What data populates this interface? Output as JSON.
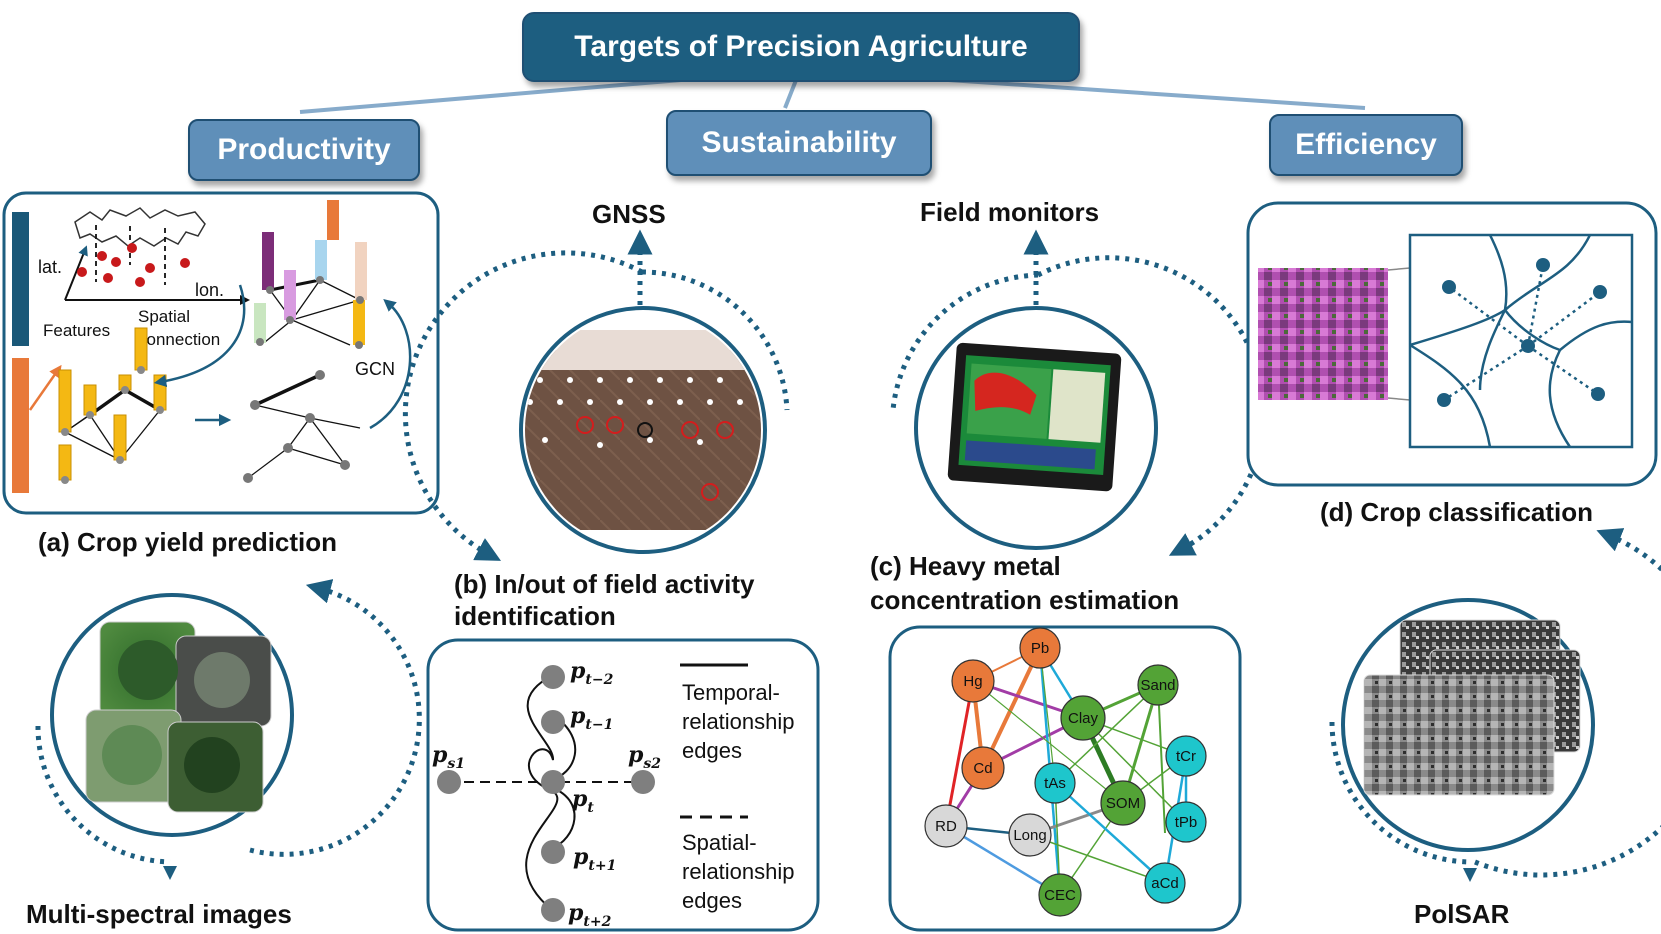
{
  "title": "Targets of Precision Agriculture",
  "categories": [
    "Productivity",
    "Sustainability",
    "Efficiency"
  ],
  "panels": {
    "a": {
      "caption": "(a) Crop yield prediction",
      "labels": {
        "lat": "lat.",
        "lon": "lon.",
        "features": "Features",
        "spatial": "Spatial",
        "connection": "connection",
        "gcn": "GCN"
      },
      "source": "Multi-spectral images"
    },
    "b": {
      "caption_line1": "(b) In/out of field activity",
      "caption_line2": "identification",
      "source": "GNSS",
      "nodes": {
        "pt2m": "p",
        "pt2m_sub": "t−2",
        "pt1m": "p",
        "pt1m_sub": "t−1",
        "pt": "p",
        "pt_sub": "t",
        "pt1p": "p",
        "pt1p_sub": "t+1",
        "pt2p": "p",
        "pt2p_sub": "t+2",
        "ps1": "p",
        "ps1_sub": "s1",
        "ps2": "p",
        "ps2_sub": "s2"
      },
      "legend": {
        "temporal": [
          "Temporal-",
          "relationship",
          "edges"
        ],
        "spatial": [
          "Spatial-",
          "relationship",
          "edges"
        ]
      }
    },
    "c": {
      "caption_line1": "(c) Heavy metal",
      "caption_line2": "concentration estimation",
      "source": "Field monitors",
      "nodes": [
        "Hg",
        "Pb",
        "Cd",
        "Clay",
        "Sand",
        "tAs",
        "SOM",
        "tCr",
        "tPb",
        "RD",
        "Long",
        "CEC",
        "aCd"
      ]
    },
    "d": {
      "caption": "(d) Crop classification",
      "source": "PolSAR"
    }
  },
  "colors": {
    "title_bg": "#1d5e80",
    "category_bg": "#5f8fb9",
    "frame": "#1d5e80",
    "orange": "#e8793a",
    "green": "#53a336",
    "cyan": "#1ec6cc",
    "gray": "#d8d8d8",
    "bar_blue": "#1a5878",
    "pole_yellow": "#f4b813"
  }
}
